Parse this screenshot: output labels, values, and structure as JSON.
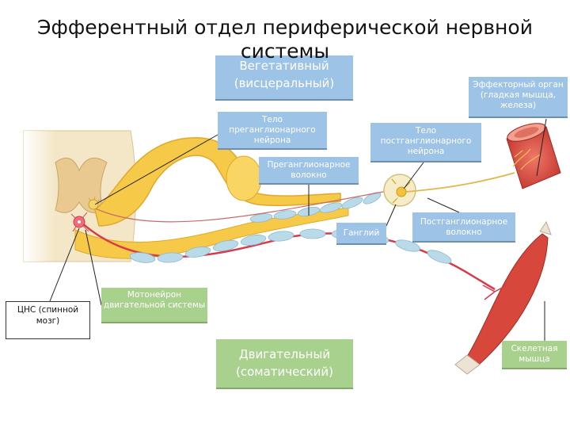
{
  "title": "Эфферентный отдел периферической нервной системы",
  "labels": {
    "autonomic": "Вегетативный (висцеральный)",
    "somatic": "Двигательный (соматический)",
    "preganglionic_body": "Тело преганглионарного нейрона",
    "preganglionic_fiber": "Преганглионарное волокно",
    "postganglionic_body": "Тело постганглионарного нейрона",
    "effector_organ": "Эффекторный орган (гладкая мышца, железа)",
    "ganglion": "Ганглий",
    "postganglionic_fiber": "Постганглионарное волокно",
    "motor_neuron": "Мотонейрон двигательной системы",
    "cns": "ЦНС (спинной мозг)",
    "skeletal_muscle": "Скелетная мышца"
  },
  "colors": {
    "label_blue": "#9dc3e6",
    "label_green": "#a9d18e",
    "nerve_yellow": "#f7c948",
    "myelin": "#b9dbe9",
    "axon_red": "#d93a4a",
    "muscle": "#d8473c"
  }
}
